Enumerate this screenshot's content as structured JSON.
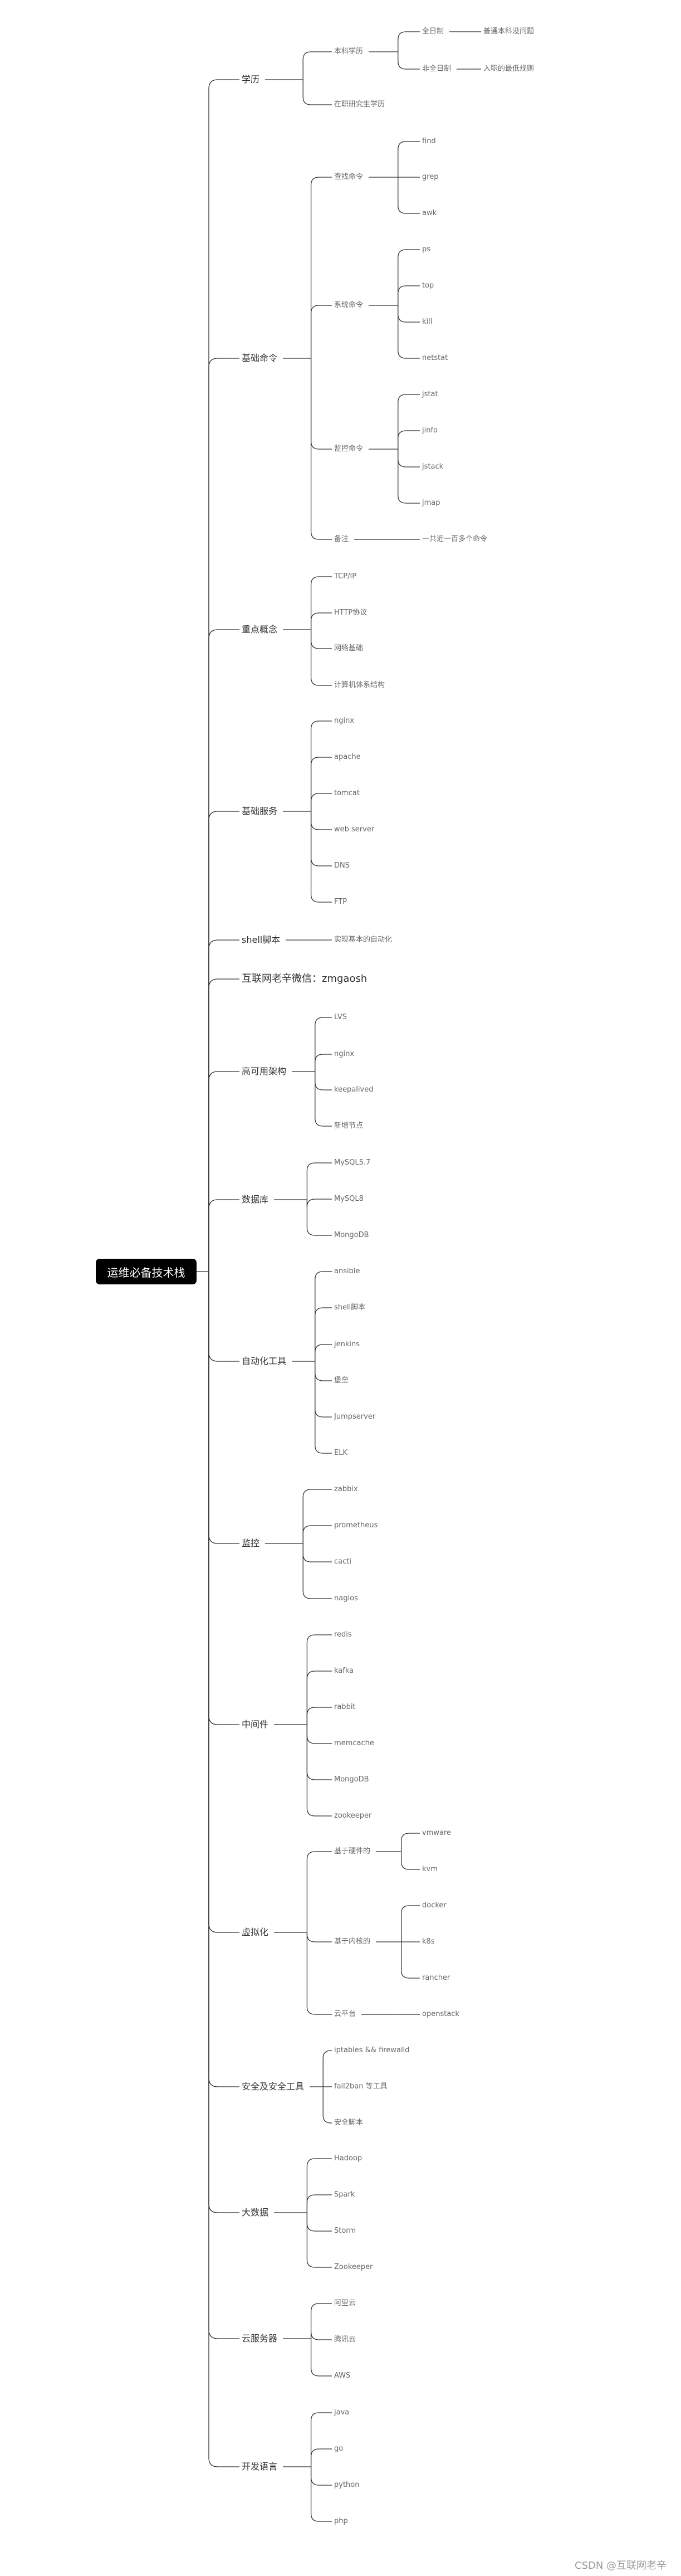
{
  "root": "运维必备技术栈",
  "watermark": "CSDN @互联网老辛",
  "colors": {
    "line": "#333333",
    "root_bg": "#000000",
    "root_text": "#ffffff",
    "text": "#555555"
  },
  "branches": [
    {
      "label": "学历",
      "children": [
        {
          "label": "本科学历",
          "children": [
            {
              "label": "全日制",
              "children": [
                {
                  "label": "普通本科没问题"
                }
              ]
            },
            {
              "label": "非全日制",
              "children": [
                {
                  "label": "入职的最低规则"
                }
              ]
            }
          ]
        },
        {
          "label": "在职研究生学历"
        }
      ]
    },
    {
      "label": "基础命令",
      "children": [
        {
          "label": "查找命令",
          "children": [
            {
              "label": "find"
            },
            {
              "label": "grep"
            },
            {
              "label": "awk"
            }
          ]
        },
        {
          "label": "系统命令",
          "children": [
            {
              "label": "ps"
            },
            {
              "label": "top"
            },
            {
              "label": "kill"
            },
            {
              "label": "netstat"
            }
          ]
        },
        {
          "label": "监控命令",
          "children": [
            {
              "label": "jstat"
            },
            {
              "label": "jinfo"
            },
            {
              "label": "jstack"
            },
            {
              "label": "jmap"
            }
          ]
        },
        {
          "label": "备注",
          "children": [
            {
              "label": "一共近一百多个命令"
            }
          ]
        }
      ]
    },
    {
      "label": "重点概念",
      "children": [
        {
          "label": "TCP/IP"
        },
        {
          "label": "HTTP协议"
        },
        {
          "label": "网络基础"
        },
        {
          "label": "计算机体系结构"
        }
      ]
    },
    {
      "label": "基础服务",
      "children": [
        {
          "label": "nginx"
        },
        {
          "label": "apache"
        },
        {
          "label": "tomcat"
        },
        {
          "label": "web server"
        },
        {
          "label": "DNS"
        },
        {
          "label": "FTP"
        }
      ]
    },
    {
      "label": "shell脚本",
      "children": [
        {
          "label": "实现基本的自动化"
        }
      ]
    },
    {
      "label": "互联网老辛微信：zmgaosh",
      "plain": true
    },
    {
      "label": "高可用架构",
      "children": [
        {
          "label": "LVS"
        },
        {
          "label": "nginx"
        },
        {
          "label": "keepalived"
        },
        {
          "label": "新增节点"
        }
      ]
    },
    {
      "label": "数据库",
      "children": [
        {
          "label": "MySQL5.7"
        },
        {
          "label": "MySQL8"
        },
        {
          "label": "MongoDB"
        }
      ]
    },
    {
      "label": "自动化工具",
      "children": [
        {
          "label": "ansible"
        },
        {
          "label": "shell脚本"
        },
        {
          "label": "jenkins"
        },
        {
          "label": "堡垒"
        },
        {
          "label": "Jumpserver"
        },
        {
          "label": "ELK"
        }
      ]
    },
    {
      "label": "监控",
      "children": [
        {
          "label": "zabbix"
        },
        {
          "label": "prometheus"
        },
        {
          "label": "cacti"
        },
        {
          "label": "nagios"
        }
      ]
    },
    {
      "label": "中间件",
      "children": [
        {
          "label": "redis"
        },
        {
          "label": "kafka"
        },
        {
          "label": "rabbit"
        },
        {
          "label": "memcache"
        },
        {
          "label": "MongoDB"
        },
        {
          "label": "zookeeper"
        }
      ]
    },
    {
      "label": "虚拟化",
      "children": [
        {
          "label": "基于硬件的",
          "children": [
            {
              "label": "vmware"
            },
            {
              "label": "kvm"
            }
          ]
        },
        {
          "label": "基于内核的",
          "children": [
            {
              "label": "docker"
            },
            {
              "label": "k8s"
            },
            {
              "label": "rancher"
            }
          ]
        },
        {
          "label": "云平台",
          "children": [
            {
              "label": "openstack"
            }
          ]
        }
      ]
    },
    {
      "label": "安全及安全工具",
      "children": [
        {
          "label": "iptables && firewalld"
        },
        {
          "label": "fail2ban 等工具"
        },
        {
          "label": "安全脚本"
        }
      ]
    },
    {
      "label": "大数据",
      "children": [
        {
          "label": "Hadoop"
        },
        {
          "label": "Spark"
        },
        {
          "label": "Storm"
        },
        {
          "label": "Zookeeper"
        }
      ]
    },
    {
      "label": "云服务器",
      "children": [
        {
          "label": "阿里云"
        },
        {
          "label": "腾讯云"
        },
        {
          "label": "AWS"
        }
      ]
    },
    {
      "label": "开发语言",
      "children": [
        {
          "label": "java"
        },
        {
          "label": "go"
        },
        {
          "label": "python"
        },
        {
          "label": "php"
        }
      ]
    }
  ]
}
